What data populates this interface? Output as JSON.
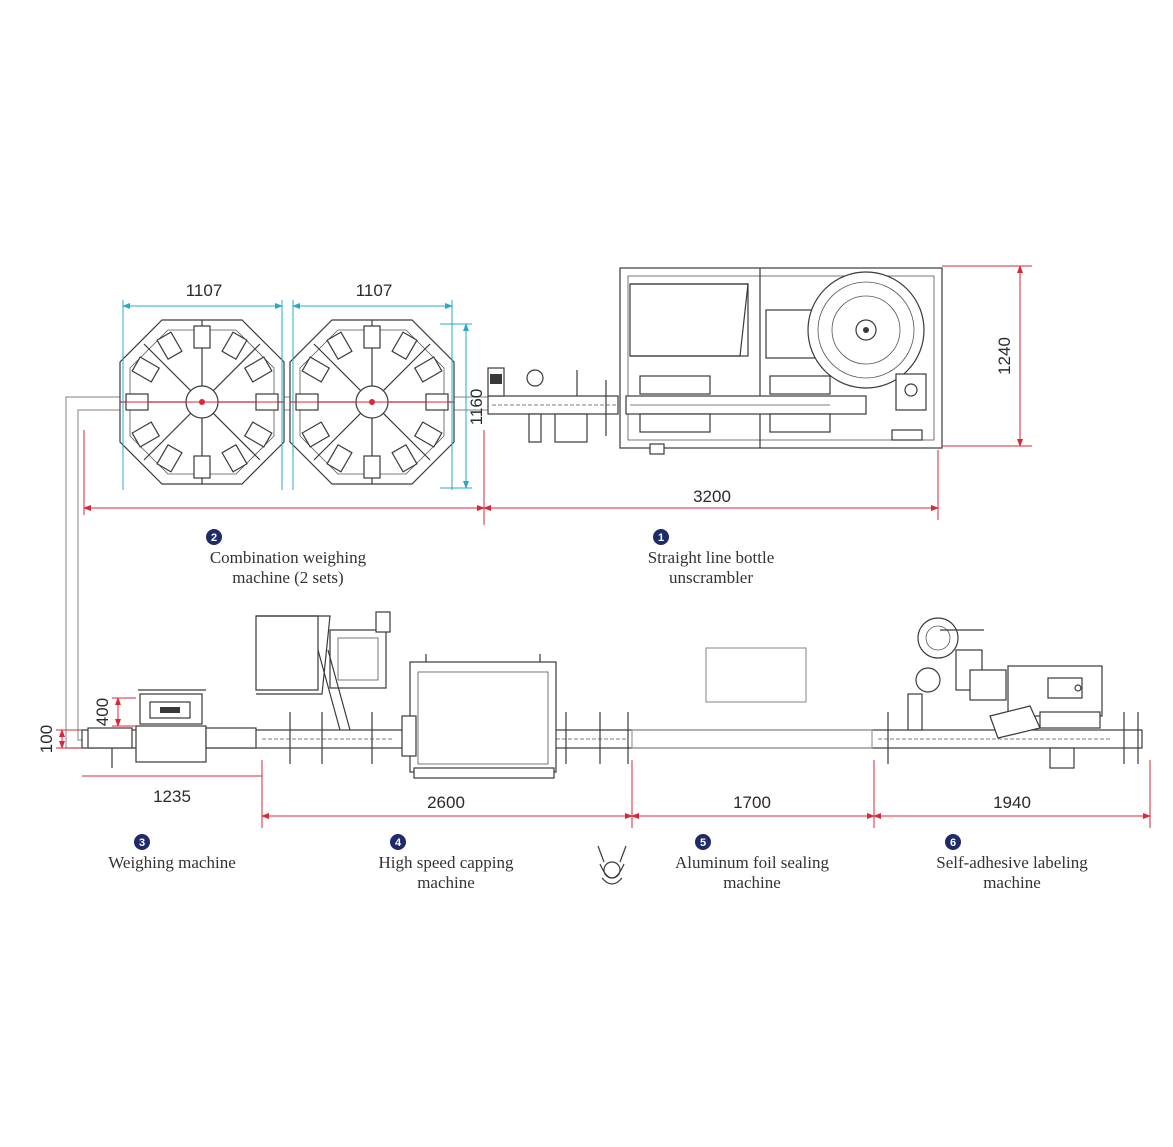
{
  "colors": {
    "dimension_line": "#d9283a",
    "machine_extent": "#2ba9c6",
    "badge": "#1f2a6b",
    "linework": "#3a3a3a"
  },
  "dimensions": {
    "weigher_width_a": "1107",
    "weigher_width_b": "1107",
    "weigher_depth": "1160",
    "unscrambler_depth": "1240",
    "upper_run_length": "3200",
    "outfeed_height": "100",
    "weighing_machine_height": "400",
    "weighing_section_length": "1235",
    "capping_section_length": "2600",
    "sealing_section_length": "1700",
    "labeling_section_length": "1940"
  },
  "stations": [
    {
      "number": "1",
      "line1": "Straight line bottle",
      "line2": "unscrambler"
    },
    {
      "number": "2",
      "line1": "Combination weighing",
      "line2": "machine (2 sets)"
    },
    {
      "number": "3",
      "line1": "Weighing machine"
    },
    {
      "number": "4",
      "line1": "High speed capping",
      "line2": "machine"
    },
    {
      "number": "5",
      "line1": "Aluminum foil sealing",
      "line2": "machine"
    },
    {
      "number": "6",
      "line1": "Self-adhesive labeling",
      "line2": "machine"
    }
  ],
  "icons": [
    "operator-icon"
  ]
}
